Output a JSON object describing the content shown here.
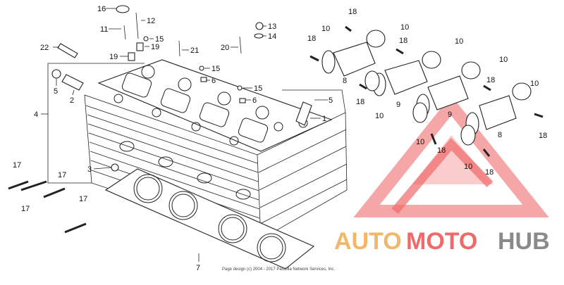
{
  "callouts": [
    "1",
    "2",
    "3",
    "4",
    "5",
    "5",
    "6",
    "6",
    "7",
    "8",
    "8",
    "9",
    "9",
    "10",
    "10",
    "10",
    "10",
    "10",
    "10",
    "10",
    "10",
    "11",
    "12",
    "13",
    "14",
    "15",
    "15",
    "15",
    "16",
    "17",
    "17",
    "17",
    "17",
    "18",
    "18",
    "18",
    "18",
    "18",
    "18",
    "18",
    "19",
    "19",
    "20",
    "21",
    "22"
  ],
  "watermark": {
    "part1": "AUTO",
    "part2": "MOTO",
    "part3": "HUB",
    "color_orange": "#f2b86a",
    "color_red": "#ef6a6a",
    "color_gray": "#8a8a8a"
  },
  "copyright": "Page design (c) 2004 - 2017 Partzilla Network Services, Inc."
}
